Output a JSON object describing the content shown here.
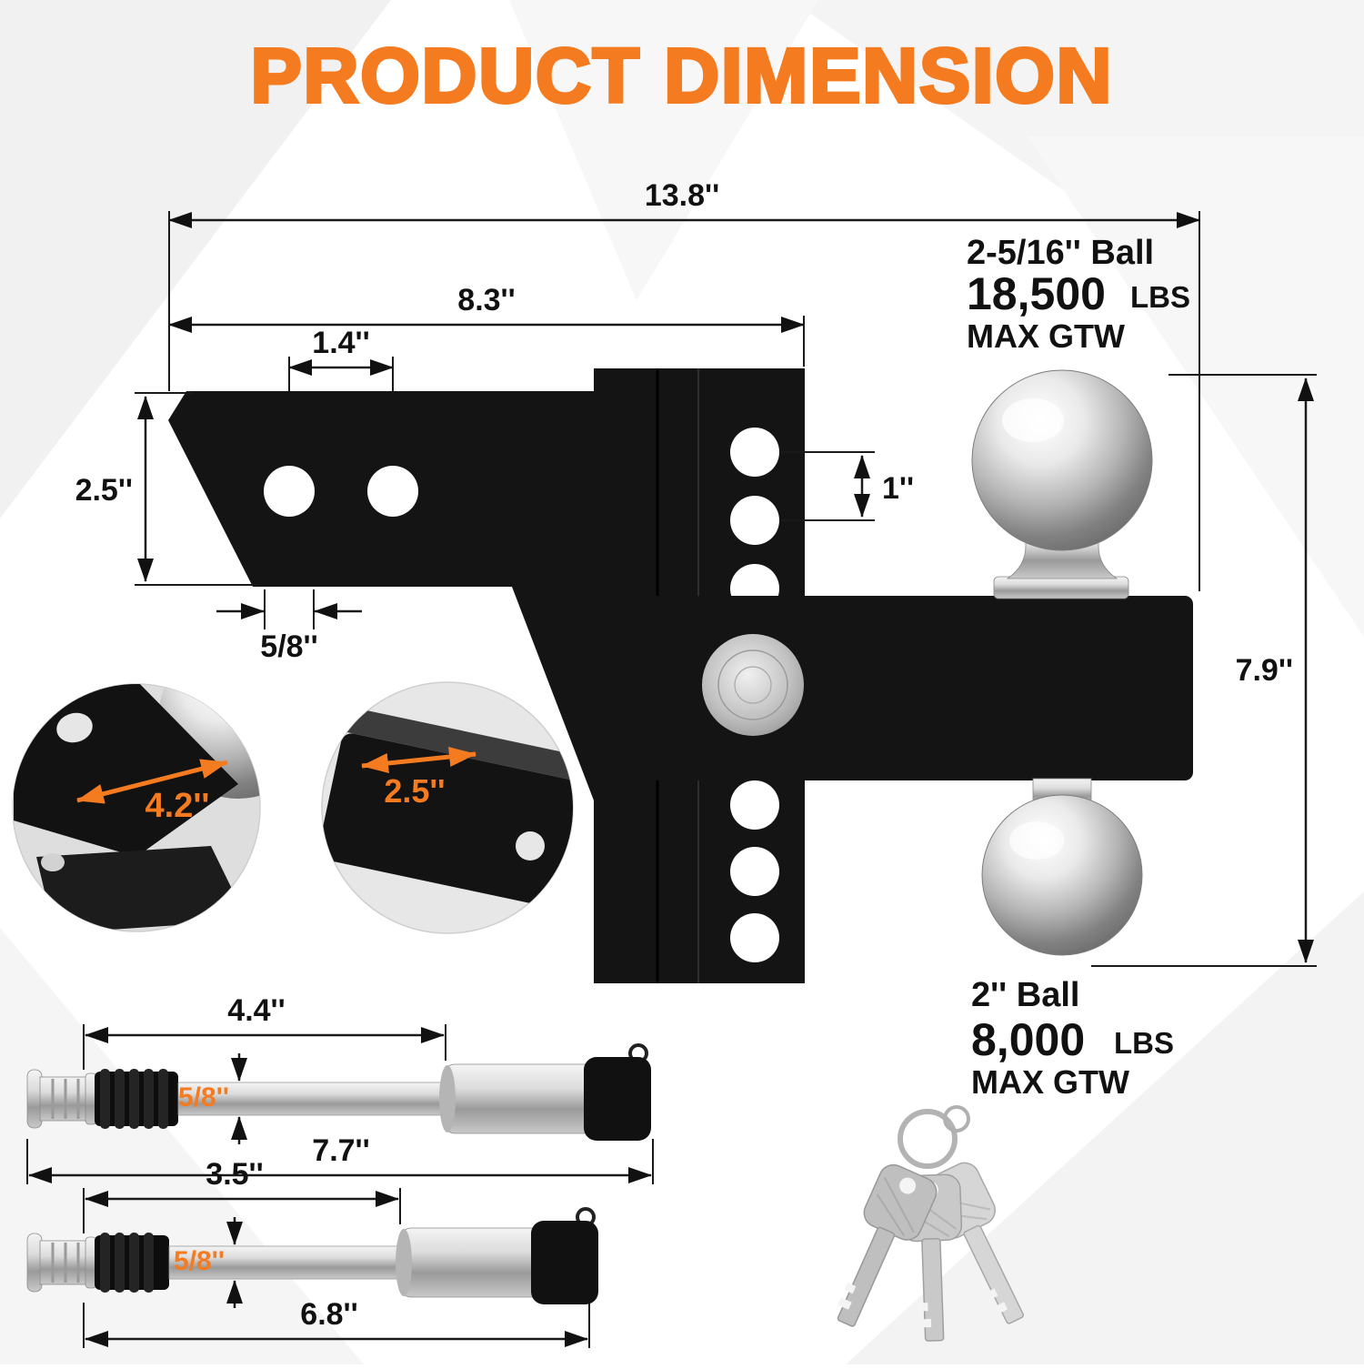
{
  "title": "PRODUCT DIMENSION",
  "colors": {
    "accent": "#F57B20",
    "part_black": "#141414",
    "chrome": "#cfcfcf"
  },
  "hitch": {
    "overall": "13.8''",
    "shank": "8.3''",
    "hole_spacing": "1.4''",
    "height": "2.5''",
    "pin_hole": "5/8''",
    "adjust_spacing": "1''",
    "drop": "7.9''",
    "top_ball": {
      "label": "2-5/16'' Ball",
      "capacity": "18,500",
      "unit": "LBS",
      "max": "MAX GTW"
    },
    "bottom_ball": {
      "label": "2'' Ball",
      "capacity": "8,000",
      "unit": "LBS",
      "max": "MAX GTW"
    }
  },
  "insets": {
    "corner": {
      "dim": "4.2''"
    },
    "thickness": {
      "dim": "2.5''"
    }
  },
  "pins": {
    "long": {
      "shaft": "4.4''",
      "diameter": "5/8''",
      "overall": "7.7''"
    },
    "short": {
      "shaft": "3.5''",
      "diameter": "5/8''",
      "overall": "6.8''"
    }
  }
}
